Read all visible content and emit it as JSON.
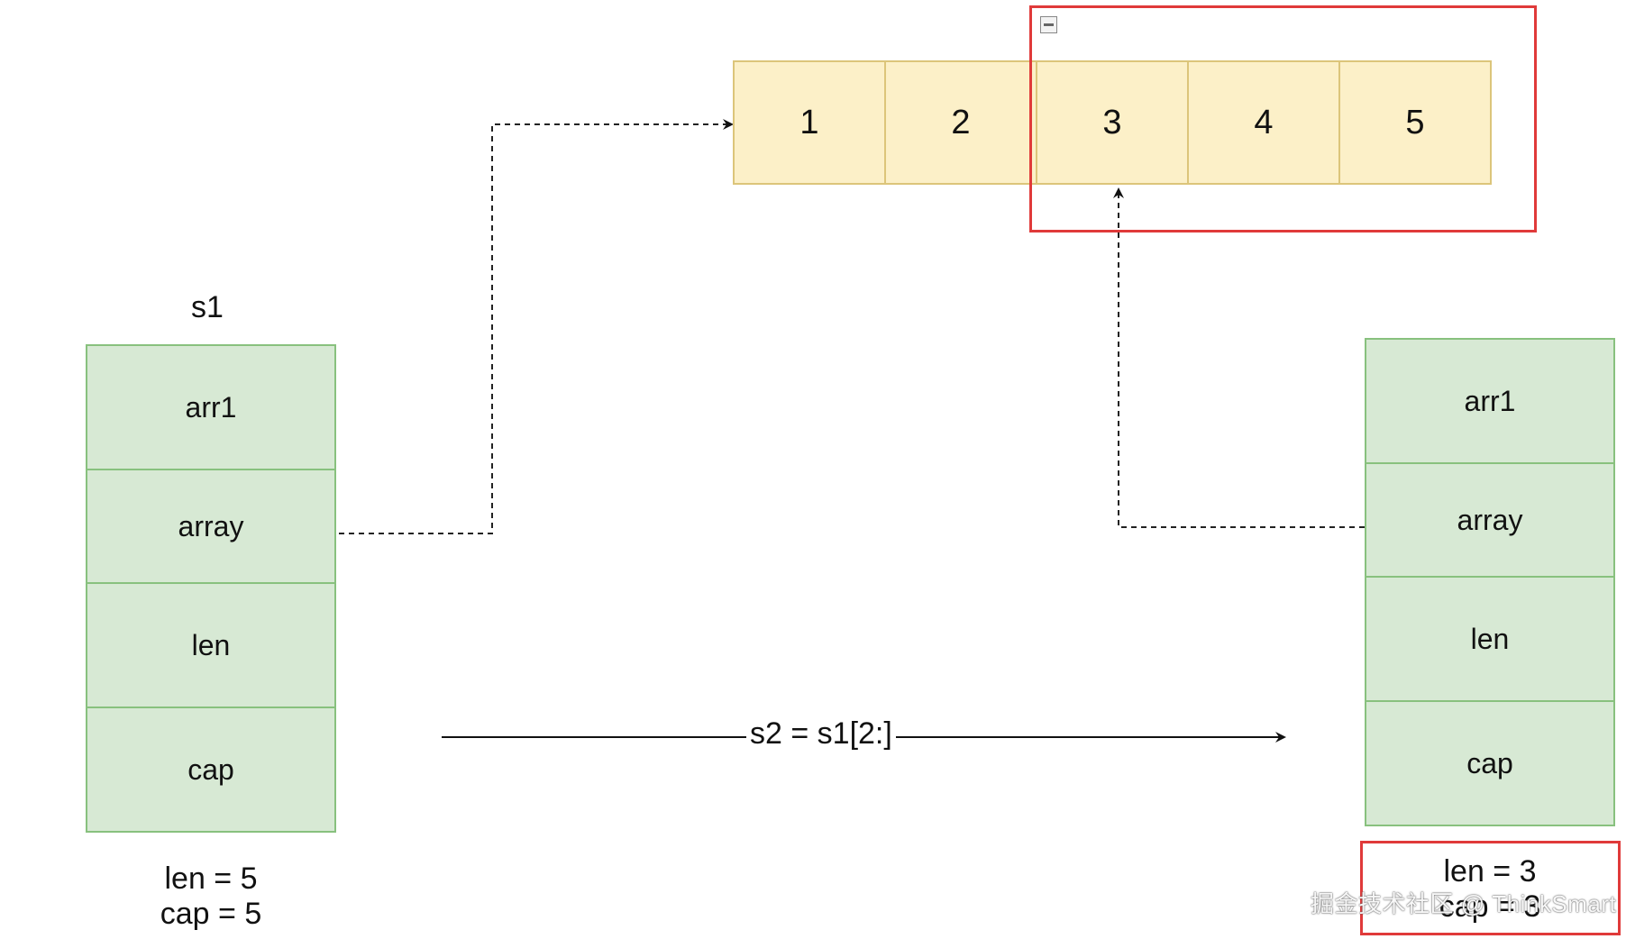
{
  "array": {
    "cells": [
      "1",
      "2",
      "3",
      "4",
      "5"
    ]
  },
  "s1": {
    "title": "s1",
    "fields": [
      "arr1",
      "array",
      "len",
      "cap"
    ],
    "len_note": "len = 5",
    "cap_note": "cap = 5"
  },
  "s2": {
    "fields": [
      "arr1",
      "array",
      "len",
      "cap"
    ],
    "len_note": "len = 3",
    "cap_note": "cap = 3"
  },
  "operation": {
    "expression": "s2 = s1[2:]"
  },
  "watermark": "掘金技术社区 @ ThinkSmart",
  "colors": {
    "array_fill": "#fcf0c8",
    "array_border": "#dcc57a",
    "field_fill": "#d7e9d4",
    "field_border": "#88c17e",
    "highlight": "#e03a3a"
  }
}
